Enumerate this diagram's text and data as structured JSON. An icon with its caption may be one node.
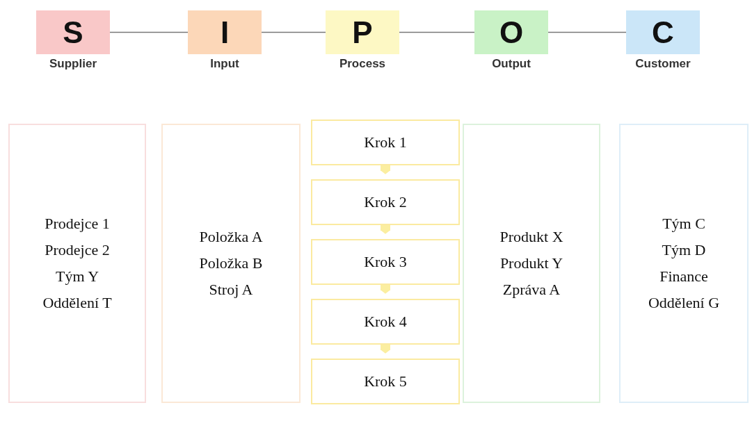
{
  "diagram": {
    "nodes": [
      {
        "text": [
          "S",
          "Supplier"
        ]
      },
      {
        "text": [
          "I",
          "Input"
        ]
      },
      {
        "text": [
          "P",
          "Process"
        ]
      },
      {
        "text": [
          "O",
          "Output"
        ]
      },
      {
        "text": [
          "C",
          "Customer"
        ]
      },
      {
        "text": [
          "Prodejce 1",
          "Prodejce 2",
          "Tým Y",
          "Oddělení T"
        ]
      },
      {
        "text": [
          "Položka A",
          "Položka B",
          "Stroj A"
        ]
      },
      {
        "text": [
          "Krok 1"
        ]
      },
      {
        "text": [
          "Krok 2"
        ]
      },
      {
        "text": [
          "Krok 3"
        ]
      },
      {
        "text": [
          "Krok 4"
        ]
      },
      {
        "text": [
          "Krok 5"
        ]
      },
      {
        "text": [
          "Produkt X",
          "Produkt Y",
          "Zpráva A"
        ]
      },
      {
        "text": [
          "Tým C",
          "Tým D",
          "Finance",
          "Oddělení G"
        ]
      }
    ],
    "edges": [
      {
        "from": 0,
        "to": 1,
        "arrow": "none"
      },
      {
        "from": 1,
        "to": 2,
        "arrow": "none"
      },
      {
        "from": 2,
        "to": 3,
        "arrow": "none"
      },
      {
        "from": 3,
        "to": 4,
        "arrow": "none"
      },
      {
        "from": 7,
        "to": 8,
        "arrow": "to",
        "style": "thick",
        "color": "#fbeea0"
      },
      {
        "from": 8,
        "to": 9,
        "arrow": "to",
        "style": "thick",
        "color": "#fbeea0"
      },
      {
        "from": 9,
        "to": 10,
        "arrow": "to",
        "style": "thick",
        "color": "#fbeea0"
      },
      {
        "from": 10,
        "to": 11,
        "arrow": "to",
        "style": "thick",
        "color": "#fbeea0"
      }
    ]
  }
}
